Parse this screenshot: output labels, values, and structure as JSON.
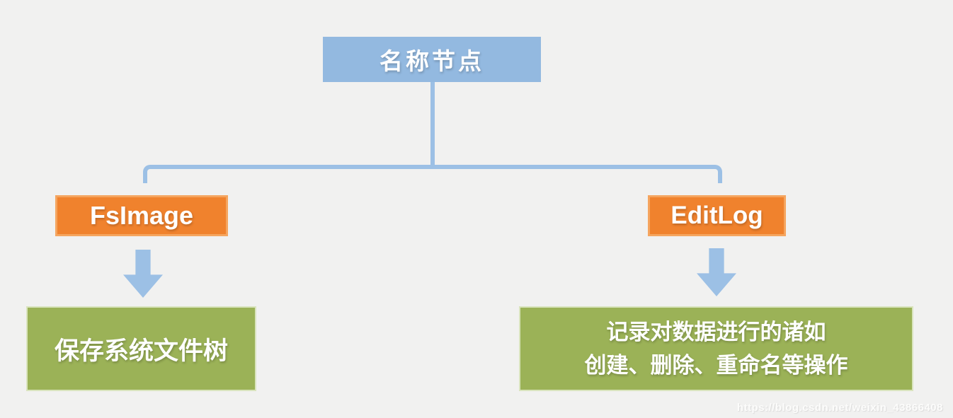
{
  "colors": {
    "background": "#f1f1f0",
    "node_blue": "#93b9e0",
    "line_blue": "#9cc0e5",
    "orange": "#f0822d",
    "orange_border": "#f5a55f",
    "green": "#9bb257",
    "green_border": "#d9e4bd",
    "text": "#ffffff",
    "watermark": "#fcfcfb"
  },
  "diagram": {
    "root": {
      "label": "名称节点"
    },
    "children": [
      {
        "label": "FsImage",
        "description_lines": [
          "保存系统文件树"
        ]
      },
      {
        "label": "EditLog",
        "description_lines": [
          "记录对数据进行的诸如",
          "创建、删除、重命名等操作"
        ]
      }
    ]
  },
  "watermark": {
    "text": "https://blog.csdn.net/weixin_43866408"
  }
}
